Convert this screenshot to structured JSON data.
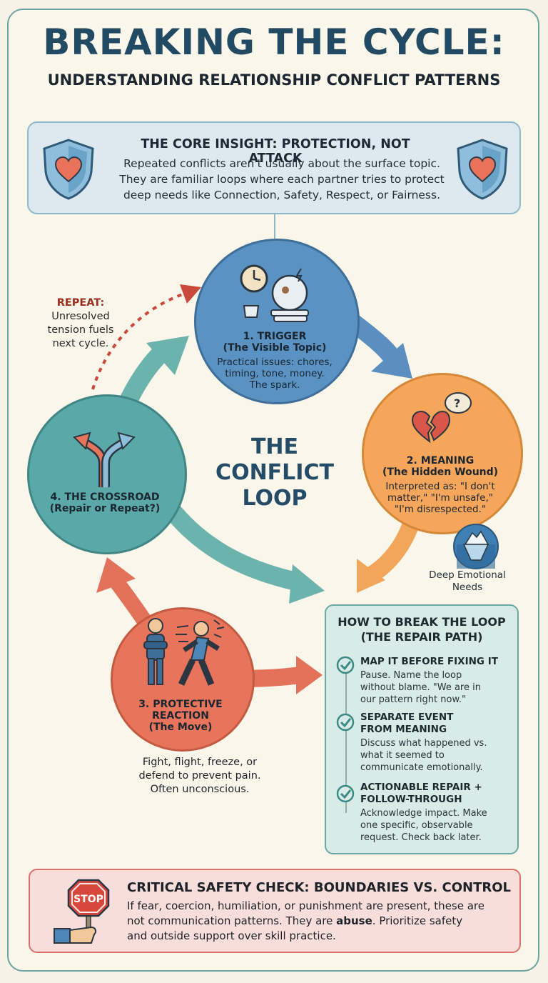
{
  "header": {
    "title": "BREAKING THE CYCLE:",
    "subtitle": "UNDERSTANDING RELATIONSHIP CONFLICT PATTERNS"
  },
  "core_insight": {
    "title": "THE CORE INSIGHT: PROTECTION, NOT ATTACK",
    "line1": "Repeated conflicts aren't usually about the surface topic.",
    "line2": "They are familiar loops where each partner tries to protect",
    "line3": "deep needs like Connection, Safety, Respect, or Fairness.",
    "icon": "shield-heart-icon"
  },
  "loop": {
    "title_line1": "THE",
    "title_line2": "CONFLICT",
    "title_line3": "LOOP"
  },
  "stages": {
    "trigger": {
      "title": "1. TRIGGER",
      "subtitle": "(The Visible Topic)",
      "line1": "Practical issues: chores,",
      "line2": "timing, tone, money.",
      "line3": "The spark.",
      "color": "#4f8fbf"
    },
    "meaning": {
      "title": "2. MEANING",
      "subtitle": "(The Hidden Wound)",
      "line1": "Interpreted as: \"I don't",
      "line2": "matter,\" \"I'm unsafe,\"",
      "line3": "\"I'm disrespected.\"",
      "color": "#f4a65a"
    },
    "reaction": {
      "title1": "3. PROTECTIVE",
      "title2": "REACTION",
      "subtitle": "(The Move)",
      "caption1": "Fight, flight, freeze, or",
      "caption2": "defend to prevent pain.",
      "caption3": "Often unconscious.",
      "color": "#e8755b"
    },
    "crossroad": {
      "title": "4. THE CROSSROAD",
      "subtitle": "(Repair or Repeat?)",
      "color": "#5aa9a8"
    }
  },
  "repeat": {
    "label": "REPEAT:",
    "line1": "Unresolved",
    "line2": "tension fuels",
    "line3": "next cycle."
  },
  "iceberg": {
    "line1": "Deep Emotional",
    "line2": "Needs"
  },
  "repair": {
    "title1": "HOW TO BREAK THE LOOP",
    "title2": "(THE REPAIR PATH)",
    "steps": [
      {
        "h1": "MAP IT BEFORE FIXING IT",
        "h2": "",
        "b1": "Pause. Name the loop",
        "b2": "without blame. \"We are in",
        "b3": "our pattern right now.\""
      },
      {
        "h1": "SEPARATE EVENT",
        "h2": "FROM MEANING",
        "b1": "Discuss what happened vs.",
        "b2": "what it seemed to",
        "b3": "communicate emotionally."
      },
      {
        "h1": "ACTIONABLE REPAIR +",
        "h2": "FOLLOW-THROUGH",
        "b1": "Acknowledge impact. Make",
        "b2": "one specific, observable",
        "b3": "request. Check back later."
      }
    ]
  },
  "safety": {
    "title": "CRITICAL SAFETY CHECK: BOUNDARIES VS. CONTROL",
    "line1": "If fear, coercion, humiliation, or punishment are present, these are",
    "line2a": "not communication patterns. They are ",
    "line2b": "abuse",
    "line2c": ". Prioritize safety",
    "line3": "and outside support over skill practice.",
    "sign": "STOP"
  }
}
